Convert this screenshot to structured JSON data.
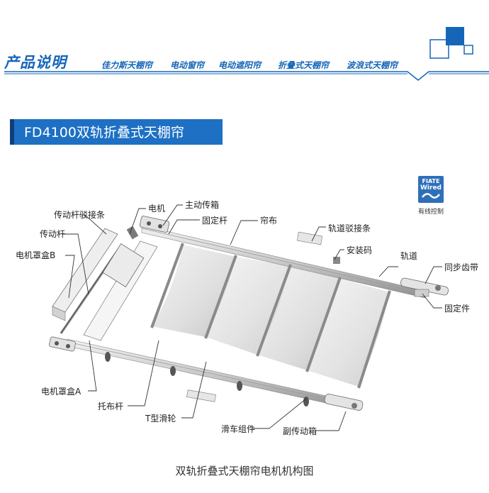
{
  "header": {
    "brand": "产品说明",
    "nav": [
      "佳力斯天棚帘",
      "电动窗帘",
      "电动遮阳帘",
      "折叠式天棚帘",
      "波浪式天棚帘"
    ]
  },
  "product_title": "FD4100双轨折叠式天棚帘",
  "badge": {
    "line1": "FIATE",
    "line2": "Wired",
    "caption": "有线控制"
  },
  "labels": {
    "motor": "电机",
    "main_gearbox": "主动传箱",
    "fixed_rod": "固定杆",
    "drive_rod_connector": "传动杆驳接条",
    "drive_rod": "传动杆",
    "motor_cover_b": "电机罩盒B",
    "curtain": "帘布",
    "track_connector": "轨道驳接条",
    "mounting_code": "安装码",
    "track": "轨道",
    "timing_belt": "同步齿带",
    "fixing_part": "固定件",
    "motor_cover_a": "电机罩盒A",
    "cloth_rod": "托布杆",
    "t_pulley": "T型滑轮",
    "pulley_assembly": "滑车组件",
    "secondary_gearbox": "副传动箱"
  },
  "caption": "双轨折叠式天棚帘电机机构图"
}
